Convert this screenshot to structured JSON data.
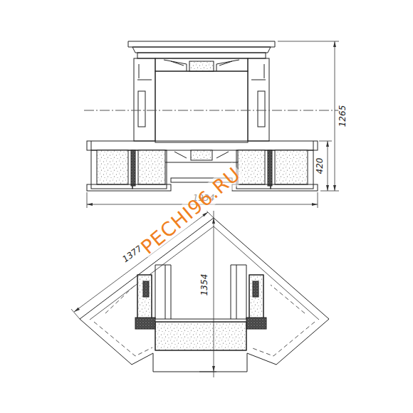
{
  "diagram": {
    "labels": [
      "1265",
      "420",
      "1934",
      "1377",
      "1354",
      "PECHI96.RU"
    ]
  }
}
